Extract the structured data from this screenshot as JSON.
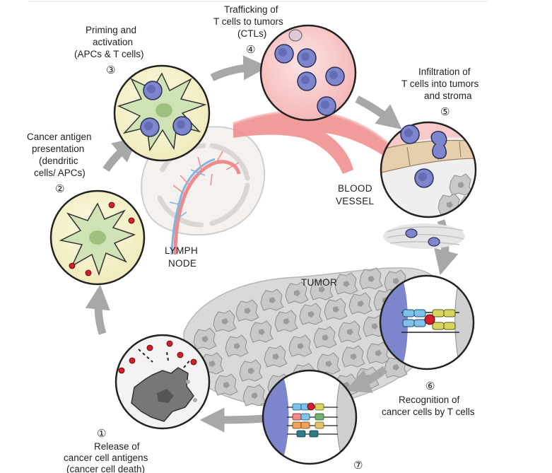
{
  "steps": [
    {
      "number": "①",
      "label_lines": [
        "Release of",
        "cancer cell antigens",
        "(cancer cell death)"
      ]
    },
    {
      "number": "②",
      "label_lines": [
        "Cancer antigen",
        "presentation",
        "(dendritic",
        "cells/ APCs)"
      ]
    },
    {
      "number": "③",
      "label_lines": [
        "Priming and",
        "activation",
        "(APCs & T cells)"
      ]
    },
    {
      "number": "④",
      "label_lines": [
        "Trafficking of",
        "T cells to tumors",
        "(CTLs)"
      ]
    },
    {
      "number": "⑤",
      "label_lines": [
        "Infiltration of",
        "T cells into tumors",
        "and stroma"
      ]
    },
    {
      "number": "⑥",
      "label_lines": [
        "Recognition of",
        "cancer cells by T cells"
      ]
    },
    {
      "number": "⑦",
      "label_lines": []
    }
  ],
  "regions": {
    "lymph_node": [
      "LYMPH",
      "NODE"
    ],
    "blood_vessel": [
      "BLOOD",
      "VESSEL"
    ],
    "tumor": "TUMOR"
  },
  "colors": {
    "circle_fill_yellow": "#f6f3cf",
    "circle_fill_pink": "#f7c9c9",
    "dendritic_cell": "#cfe3b4",
    "t_cell": "#7d86cc",
    "antigen": "#d21f2b",
    "tumor_cell": "#bdbdbd",
    "arrow": "#a8a8a8",
    "vessel": "#f08a8a"
  }
}
